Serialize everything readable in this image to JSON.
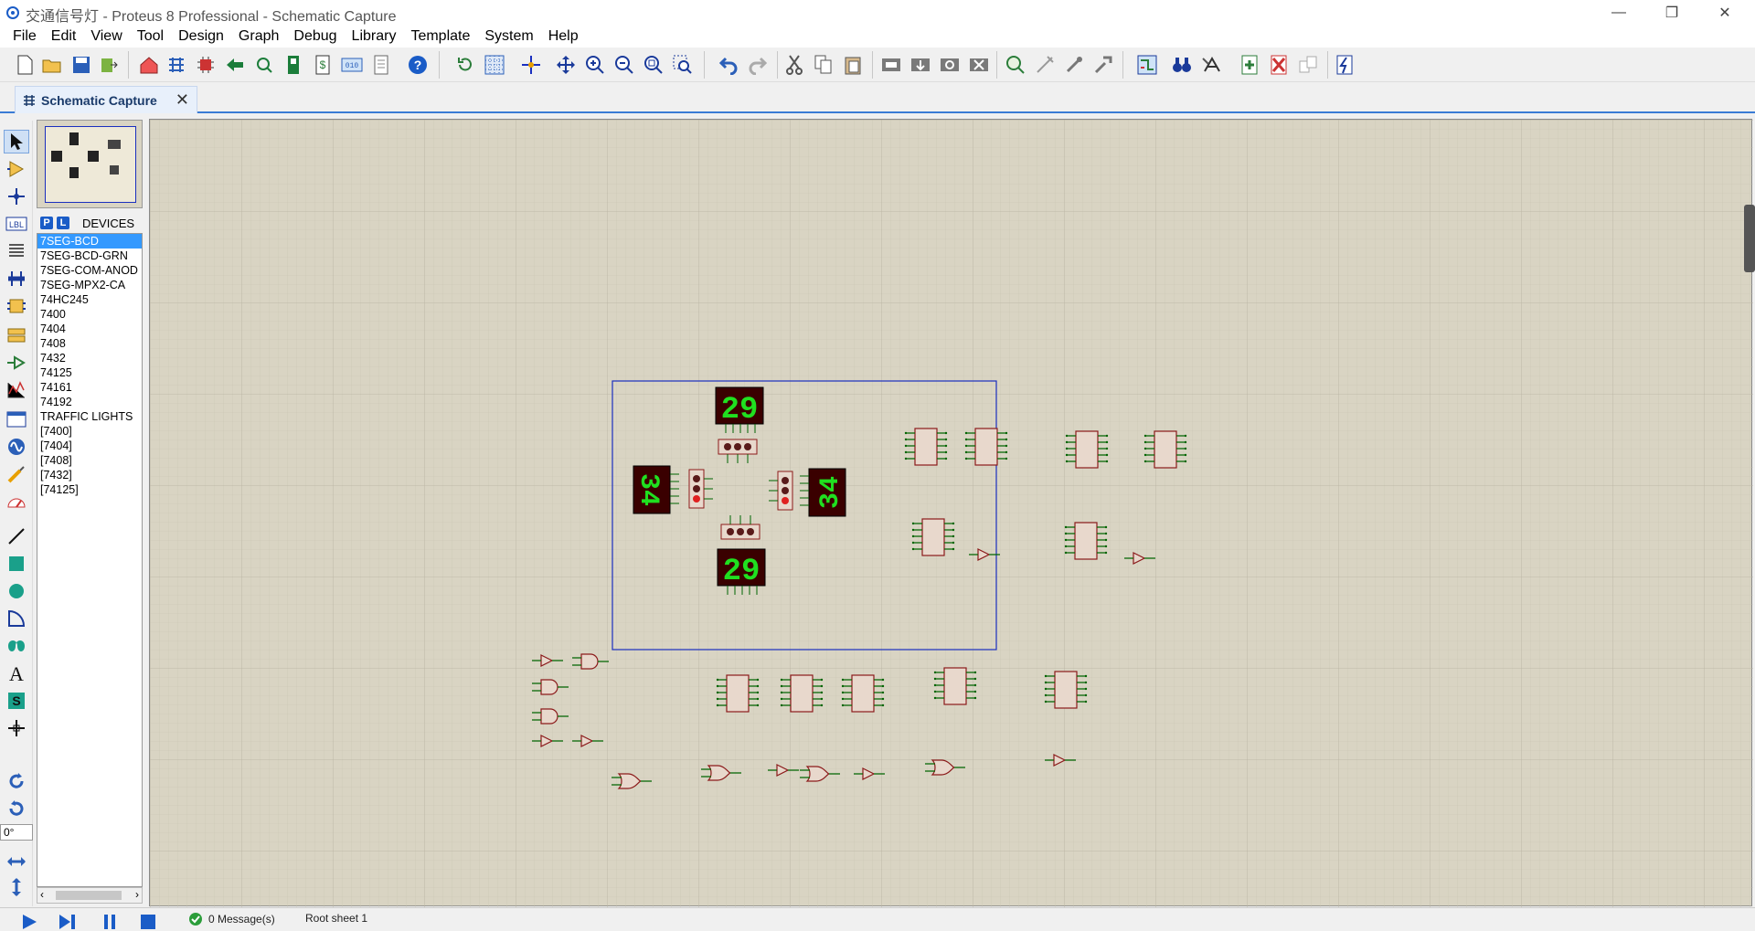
{
  "window": {
    "title": "交通信号灯 - Proteus 8 Professional - Schematic Capture",
    "minimize_label": "—",
    "restore_label": "❐",
    "close_label": "✕"
  },
  "menu": [
    "File",
    "Edit",
    "View",
    "Tool",
    "Design",
    "Graph",
    "Debug",
    "Library",
    "Template",
    "System",
    "Help"
  ],
  "tab": {
    "label": "Schematic Capture",
    "close": "✕"
  },
  "devices_panel": {
    "p_button": "P",
    "l_button": "L",
    "header": "DEVICES",
    "items": [
      "7SEG-BCD",
      "7SEG-BCD-GRN",
      "7SEG-COM-ANOD",
      "7SEG-MPX2-CA",
      "74HC245",
      "7400",
      "7404",
      "7408",
      "7432",
      "74125",
      "74161",
      "74192",
      "TRAFFIC LIGHTS",
      "[7400]",
      "[7404]",
      "[7408]",
      "[7432]",
      "[74125]"
    ],
    "selected": "7SEG-BCD"
  },
  "rotation_value": "0°",
  "displays": {
    "north": "29",
    "south": "29",
    "west": "34",
    "east": "34"
  },
  "status": {
    "messages": "0 Message(s)",
    "sheet": "Root sheet 1"
  },
  "colors": {
    "canvas": "#d9d4c3",
    "grid": "#c4bfae",
    "component_outline": "#8b1a1a",
    "component_fill": "#e8d8cc",
    "pin": "#006400",
    "selection": "#1a2fbf",
    "segment_on": "#20e020",
    "display_body": "#3a0000"
  }
}
